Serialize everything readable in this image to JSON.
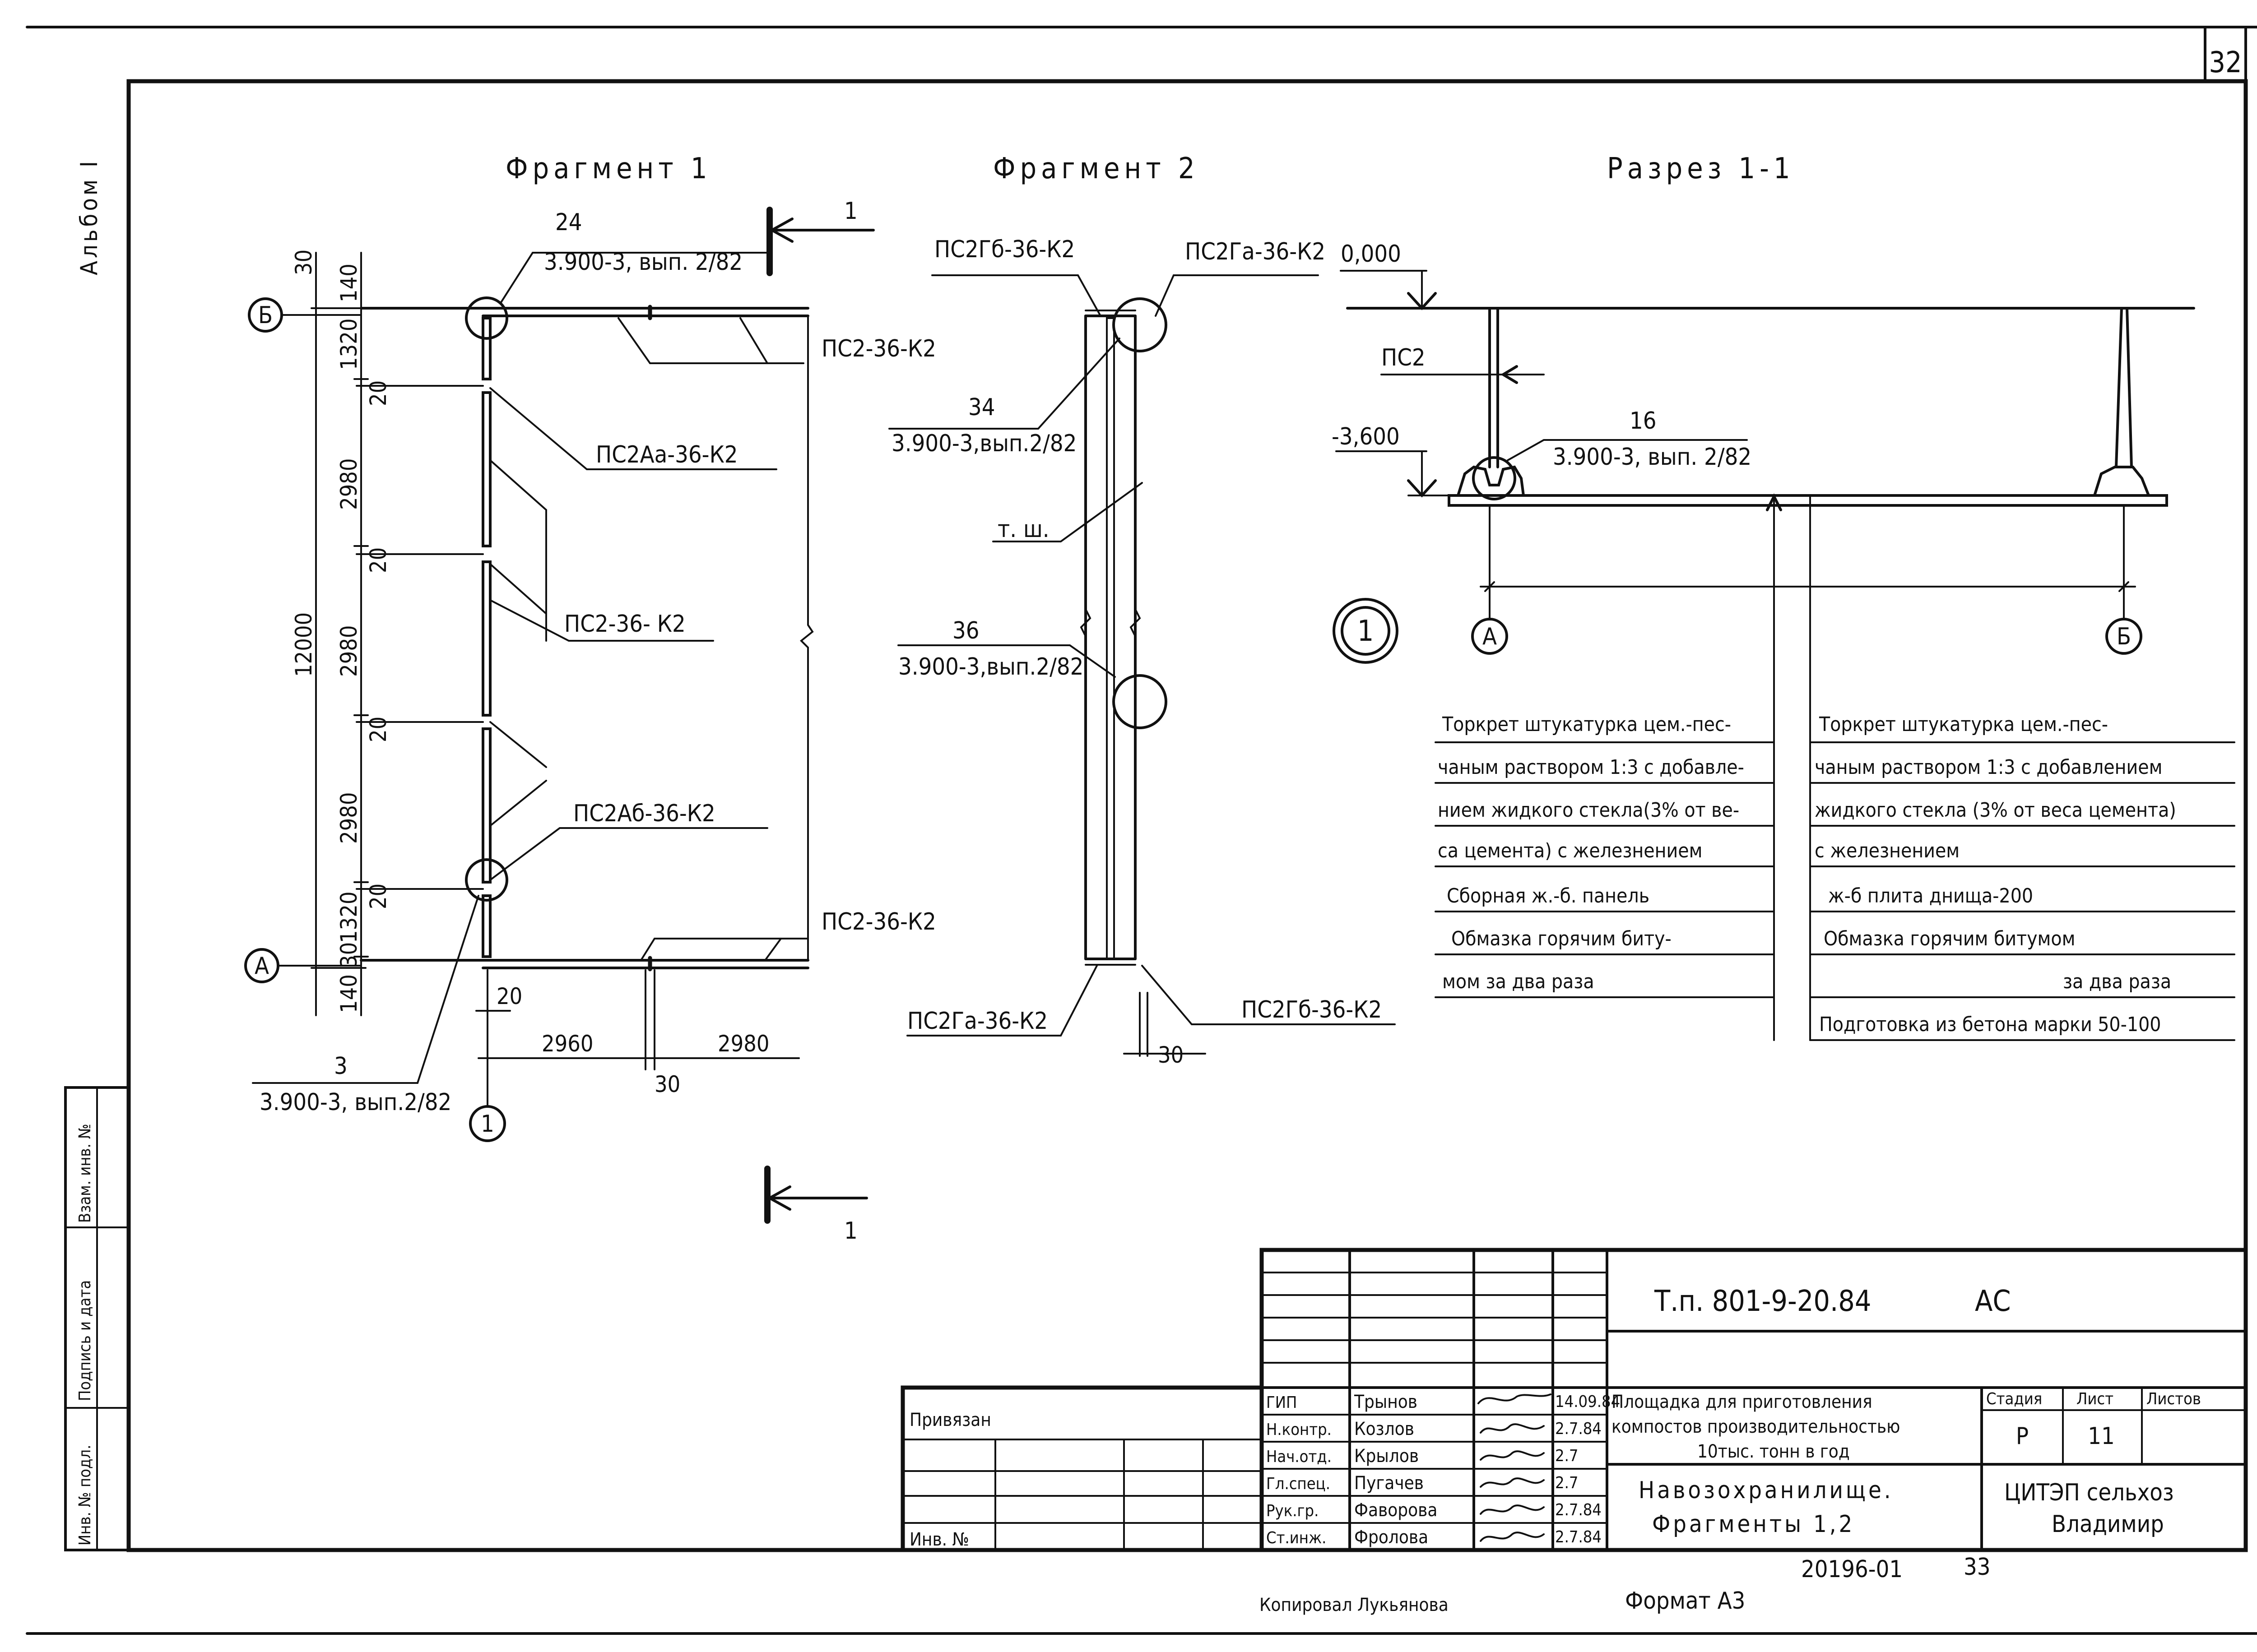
{
  "sheet": {
    "number": "32",
    "album": "Альбом I"
  },
  "headings": {
    "fragment1": "Фрагмент 1",
    "fragment2": "Фрагмент 2",
    "section": "Разрез 1-1"
  },
  "section_mark": {
    "number": "1"
  },
  "fragment1": {
    "callout_top": {
      "num": "24",
      "ref": "3.900-3, вып. 2/82"
    },
    "callout_bottom": {
      "num": "3",
      "ref": "3.900-3, вып.2/82"
    },
    "axis_b": "Б",
    "axis_a": "А",
    "axis_1": "1",
    "labels": {
      "ps2_top": "ПС2-36-К2",
      "ps2a_a": "ПС2Аа-36-К2",
      "ps2_mid": "ПС2-36- К2",
      "ps2a_b": "ПС2Аб-36-К2",
      "ps2_bottom": "ПС2-36-К2"
    },
    "dims_left": {
      "d30": "30",
      "d140_top": "140",
      "d1320_top": "1320",
      "d2980_1": "2980",
      "d2980_2": "2980",
      "d2980_3": "2980",
      "d1320_bot": "1320",
      "d30_bot": "30",
      "d140_bot": "140",
      "d12000": "12000"
    },
    "dims_gap": {
      "g1": "20",
      "g2": "20",
      "g3": "20",
      "g4": "20"
    },
    "dims_bottom": {
      "d20": "20",
      "d2960": "2960",
      "d2980": "2980",
      "d30": "30"
    }
  },
  "fragment2": {
    "label_tl": "ПС2Гб-36-К2",
    "label_tr": "ПС2Га-36-К2",
    "label_bl": "ПС2Га-36-К2",
    "label_br": "ПС2Гб-36-К2",
    "callout1": {
      "num": "34",
      "ref": "3.900-3,вып.2/82"
    },
    "callout2": {
      "num": "36",
      "ref": "3.900-3,вып.2/82"
    },
    "tsh": "т. ш.",
    "dim": "30"
  },
  "section": {
    "elev_top": "0,000",
    "elev_bottom": "-3,600",
    "ps2": "ПС2",
    "callout": {
      "num": "16",
      "ref": "3.900-3, вып. 2/82"
    },
    "axis_a": "А",
    "axis_b": "Б"
  },
  "notes_left": [
    "Торкрет штукатурка цем.-пес-",
    "чаным раствором 1:3 с добавле-",
    "нием жидкого стекла(3% от ве-",
    "са цемента) с железнением",
    "Сборная ж.-б. панель",
    "Обмазка горячим биту-",
    "мом за два раза"
  ],
  "notes_right": [
    "Торкрет штукатурка цем.-пес-",
    "чаным раствором 1:3 с добавлением",
    "жидкого стекла (3% от веса цемента)",
    "с железнением",
    "ж-б плита днища-200",
    "Обмазка горячим битумом",
    "за два раза",
    "Подготовка из бетона марки 50-100"
  ],
  "cut_arrow": {
    "top": "1",
    "bottom": "1"
  },
  "side_stamp": [
    "Инв. № подл.",
    "Подпись и дата",
    "Взам. инв. №"
  ],
  "title_block": {
    "code": "Т.п. 801-9-20.84",
    "mark": "АС",
    "bound": "Привязан",
    "inv": "Инв. №",
    "roles": [
      {
        "role": "ГИП",
        "name": "Трынов",
        "date": "14.09.84"
      },
      {
        "role": "Н.контр.",
        "name": "Козлов",
        "date": "2.7.84"
      },
      {
        "role": "Нач.отд.",
        "name": "Крылов",
        "date": "2.7"
      },
      {
        "role": "Гл.спец.",
        "name": "Пугачев",
        "date": "2.7"
      },
      {
        "role": "Рук.гр.",
        "name": "Фаворова",
        "date": "2.7.84"
      },
      {
        "role": "Ст.инж.",
        "name": "Фролова",
        "date": "2.7.84"
      }
    ],
    "project": [
      "Площадка для приготовления",
      "компостов производительностью",
      "10тыс. тонн в год"
    ],
    "sheet_title": [
      "Навозохранилище.",
      "Фрагменты 1,2"
    ],
    "stage_hdr": "Стадия",
    "sheet_hdr": "Лист",
    "sheets_hdr": "Листов",
    "stage": "Р",
    "sheet_no": "11",
    "org": [
      "ЦИТЭП сельхоз",
      "Владимир"
    ],
    "doc_no": "20196-01",
    "doc_page": "33"
  },
  "footer": {
    "copied": "Копировал Лукьянова",
    "format": "Формат А3"
  }
}
